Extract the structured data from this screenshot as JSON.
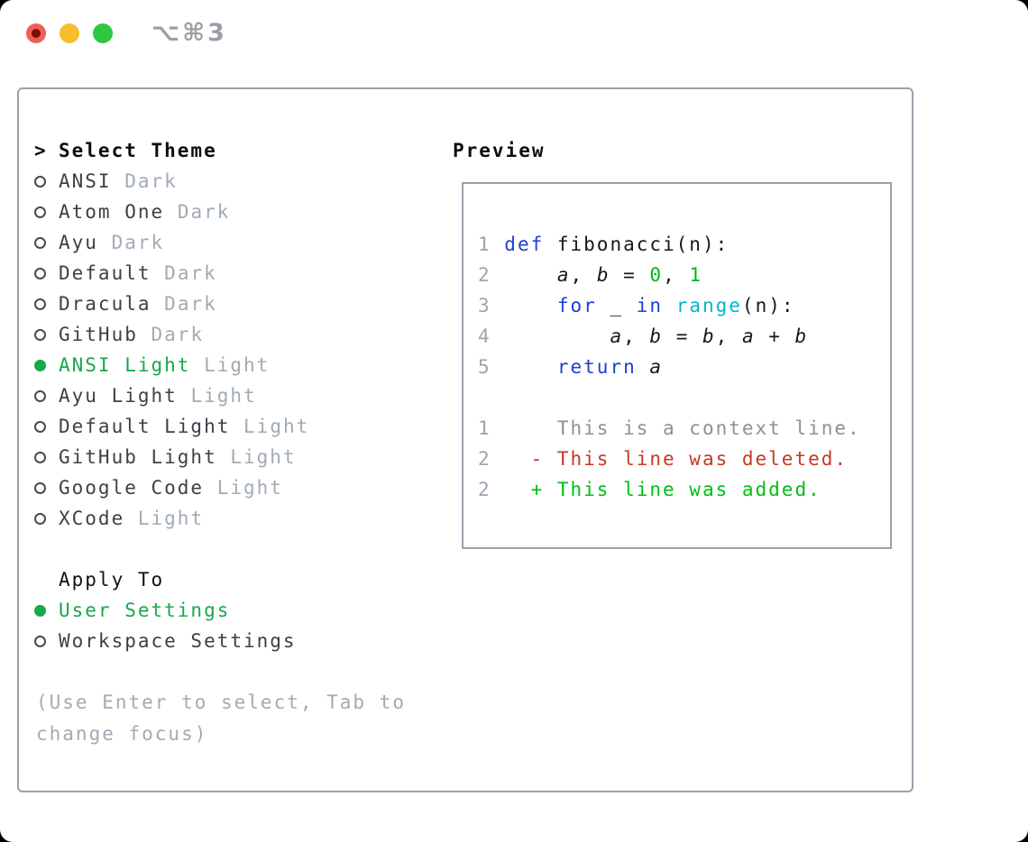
{
  "window": {
    "title": "⌥⌘3"
  },
  "traffic_lights": {
    "close": "close",
    "minimize": "minimize",
    "zoom": "zoom"
  },
  "theme_list": {
    "header": "Select Theme",
    "cursor": ">",
    "items": [
      {
        "name": "ANSI",
        "variant": "Dark",
        "selected": false
      },
      {
        "name": "Atom One",
        "variant": "Dark",
        "selected": false
      },
      {
        "name": "Ayu",
        "variant": "Dark",
        "selected": false
      },
      {
        "name": "Default",
        "variant": "Dark",
        "selected": false
      },
      {
        "name": "Dracula",
        "variant": "Dark",
        "selected": false
      },
      {
        "name": "GitHub",
        "variant": "Dark",
        "selected": false
      },
      {
        "name": "ANSI Light",
        "variant": "Light",
        "selected": true
      },
      {
        "name": "Ayu Light",
        "variant": "Light",
        "selected": false
      },
      {
        "name": "Default Light",
        "variant": "Light",
        "selected": false
      },
      {
        "name": "GitHub Light",
        "variant": "Light",
        "selected": false
      },
      {
        "name": "Google Code",
        "variant": "Light",
        "selected": false
      },
      {
        "name": "XCode",
        "variant": "Light",
        "selected": false
      }
    ]
  },
  "apply_to": {
    "header": "Apply To",
    "options": [
      {
        "label": "User Settings",
        "selected": true
      },
      {
        "label": "Workspace Settings",
        "selected": false
      }
    ]
  },
  "help_text": [
    "(Use Enter to select, Tab to",
    "change focus)"
  ],
  "preview": {
    "label": "Preview",
    "code_lines": [
      {
        "num": "1",
        "tokens": [
          {
            "t": "def",
            "c": "kw"
          },
          {
            "t": " fibonacci(n):",
            "c": "pl"
          }
        ]
      },
      {
        "num": "2",
        "tokens": [
          {
            "t": "    ",
            "c": "pl"
          },
          {
            "t": "a",
            "c": "var"
          },
          {
            "t": ", ",
            "c": "pl"
          },
          {
            "t": "b",
            "c": "var"
          },
          {
            "t": " = ",
            "c": "pl"
          },
          {
            "t": "0",
            "c": "num"
          },
          {
            "t": ", ",
            "c": "pl"
          },
          {
            "t": "1",
            "c": "num"
          }
        ]
      },
      {
        "num": "3",
        "tokens": [
          {
            "t": "    ",
            "c": "pl"
          },
          {
            "t": "for",
            "c": "kw"
          },
          {
            "t": " _ ",
            "c": "pl"
          },
          {
            "t": "in",
            "c": "kw"
          },
          {
            "t": " ",
            "c": "pl"
          },
          {
            "t": "range",
            "c": "fn"
          },
          {
            "t": "(n):",
            "c": "pl"
          }
        ]
      },
      {
        "num": "4",
        "tokens": [
          {
            "t": "        ",
            "c": "pl"
          },
          {
            "t": "a",
            "c": "var"
          },
          {
            "t": ", ",
            "c": "pl"
          },
          {
            "t": "b",
            "c": "var"
          },
          {
            "t": " = ",
            "c": "pl"
          },
          {
            "t": "b",
            "c": "var"
          },
          {
            "t": ", ",
            "c": "pl"
          },
          {
            "t": "a",
            "c": "var"
          },
          {
            "t": " + ",
            "c": "pl"
          },
          {
            "t": "b",
            "c": "var"
          }
        ]
      },
      {
        "num": "5",
        "tokens": [
          {
            "t": "    ",
            "c": "pl"
          },
          {
            "t": "return",
            "c": "kw"
          },
          {
            "t": " ",
            "c": "pl"
          },
          {
            "t": "a",
            "c": "var"
          }
        ]
      }
    ],
    "diff_lines": [
      {
        "num": "1",
        "tokens": [
          {
            "t": "    This is a context line.",
            "c": "ctx"
          }
        ]
      },
      {
        "num": "2",
        "tokens": [
          {
            "t": "  ",
            "c": "pl"
          },
          {
            "t": "- This line was deleted.",
            "c": "del"
          }
        ]
      },
      {
        "num": "2",
        "tokens": [
          {
            "t": "  ",
            "c": "pl"
          },
          {
            "t": "+ This line was added.",
            "c": "add"
          }
        ]
      }
    ]
  },
  "colors": {
    "accent_green": "#16a84b",
    "diff_added": "#00bd16",
    "diff_deleted": "#c43a21",
    "keyword_blue": "#1c40d2",
    "builtin_cyan": "#00b6c8",
    "number_green": "#00b41e",
    "muted_gray": "#a1abb5",
    "border_gray": "#99a2ad",
    "traffic_red": "#ee6056",
    "traffic_yellow": "#f7bd2d",
    "traffic_green": "#2dc83d"
  }
}
